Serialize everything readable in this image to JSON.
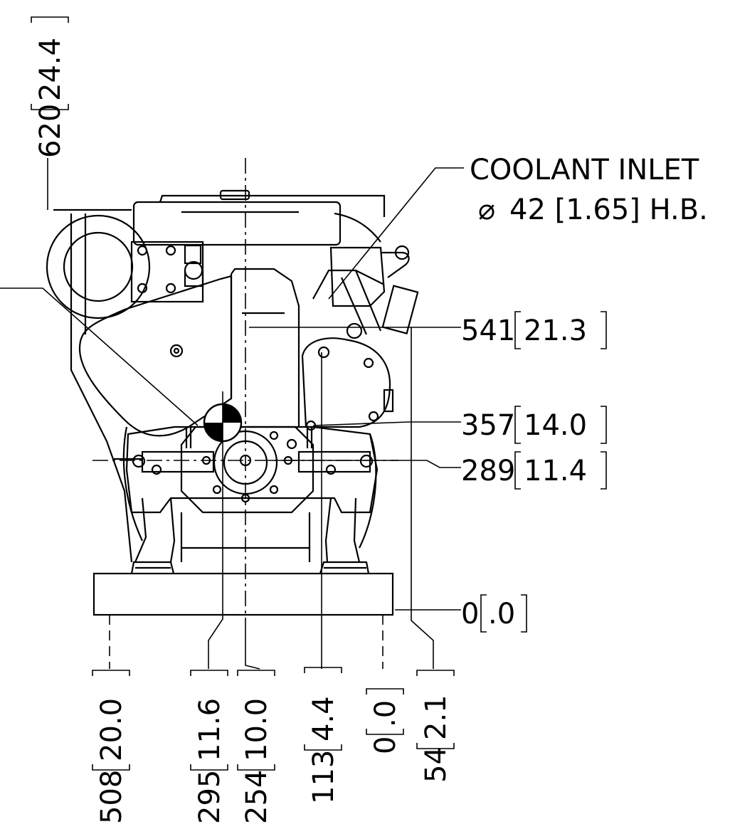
{
  "callouts": {
    "coolant_inlet": {
      "title": "COOLANT INLET",
      "diameter_symbol": "⌀",
      "spec": "42 [1.65] H.B."
    }
  },
  "vertical_dimensions": [
    {
      "value": "620",
      "inch": "24.4"
    },
    {
      "value": "541",
      "inch": "21.3"
    },
    {
      "value": "357",
      "inch": "14.0"
    },
    {
      "value": "289",
      "inch": "11.4"
    },
    {
      "value": "0",
      "inch": ".0"
    }
  ],
  "horizontal_dimensions": [
    {
      "value": "508",
      "inch": "20.0"
    },
    {
      "value": "295",
      "inch": "11.6"
    },
    {
      "value": "254",
      "inch": "10.0"
    },
    {
      "value": "113",
      "inch": "4.4"
    },
    {
      "value": "0",
      "inch": ".0"
    },
    {
      "value": "54",
      "inch": "2.1"
    }
  ]
}
